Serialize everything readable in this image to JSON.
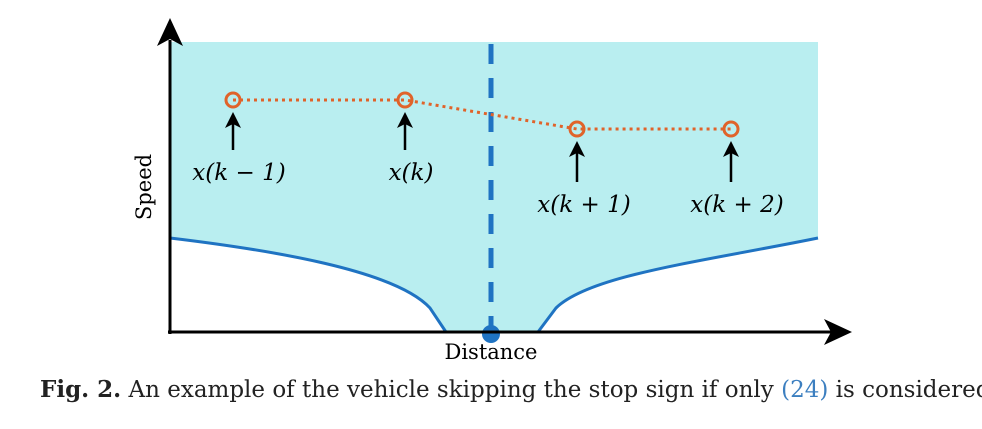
{
  "diagram": {
    "x_axis_label": "Distance",
    "y_axis_label": "Speed",
    "points": [
      {
        "label": "x(k − 1)"
      },
      {
        "label": "x(k)"
      },
      {
        "label": "x(k + 1)"
      },
      {
        "label": "x(k + 2)"
      }
    ],
    "colors": {
      "feasible_region": "#b9eef0",
      "boundary": "#1f73c2",
      "stop_line": "#1f73c2",
      "trajectory": "#e0632a",
      "axes": "#000000"
    }
  },
  "caption": {
    "label": "Fig. 2.",
    "text_before": " An example of the vehicle skipping the stop sign if only ",
    "ref": "(24)",
    "text_after": " is considered."
  }
}
